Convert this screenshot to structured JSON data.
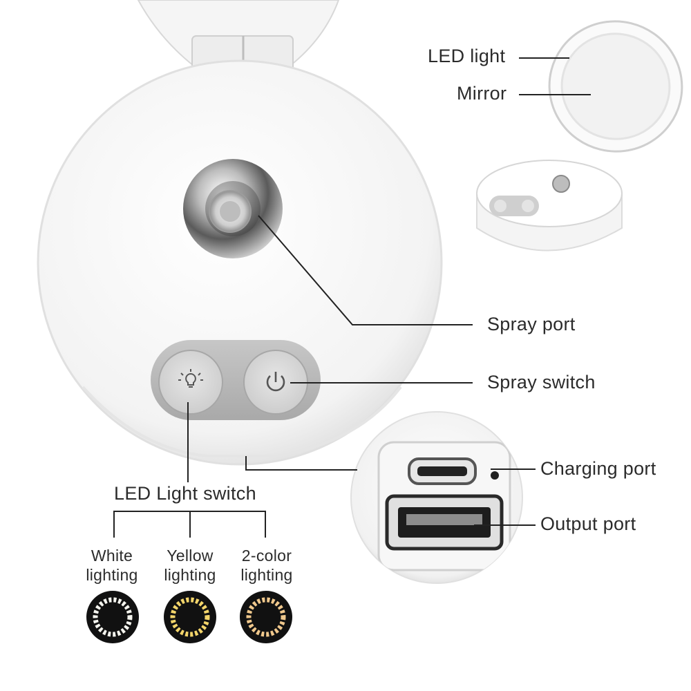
{
  "callouts": {
    "led_light": "LED light",
    "mirror": "Mirror",
    "spray_port": "Spray port",
    "spray_switch": "Spray switch",
    "charging_port": "Charging port",
    "output_port": "Output port",
    "led_light_switch": "LED Light switch"
  },
  "lighting_modes": [
    {
      "line1": "White",
      "line2": "lighting",
      "ring_color": "#f4f4ee"
    },
    {
      "line1": "Yellow",
      "line2": "lighting",
      "ring_color": "#f3d56a"
    },
    {
      "line1": "2-color",
      "line2": "lighting",
      "ring_color": "#f0c88c"
    }
  ],
  "colors": {
    "body_white": "#f4f4f4",
    "button_panel": "#b9b9b9",
    "chrome": "#9a9a9a",
    "text": "#2b2b2b"
  },
  "icons": [
    "bulb-icon",
    "power-icon"
  ]
}
